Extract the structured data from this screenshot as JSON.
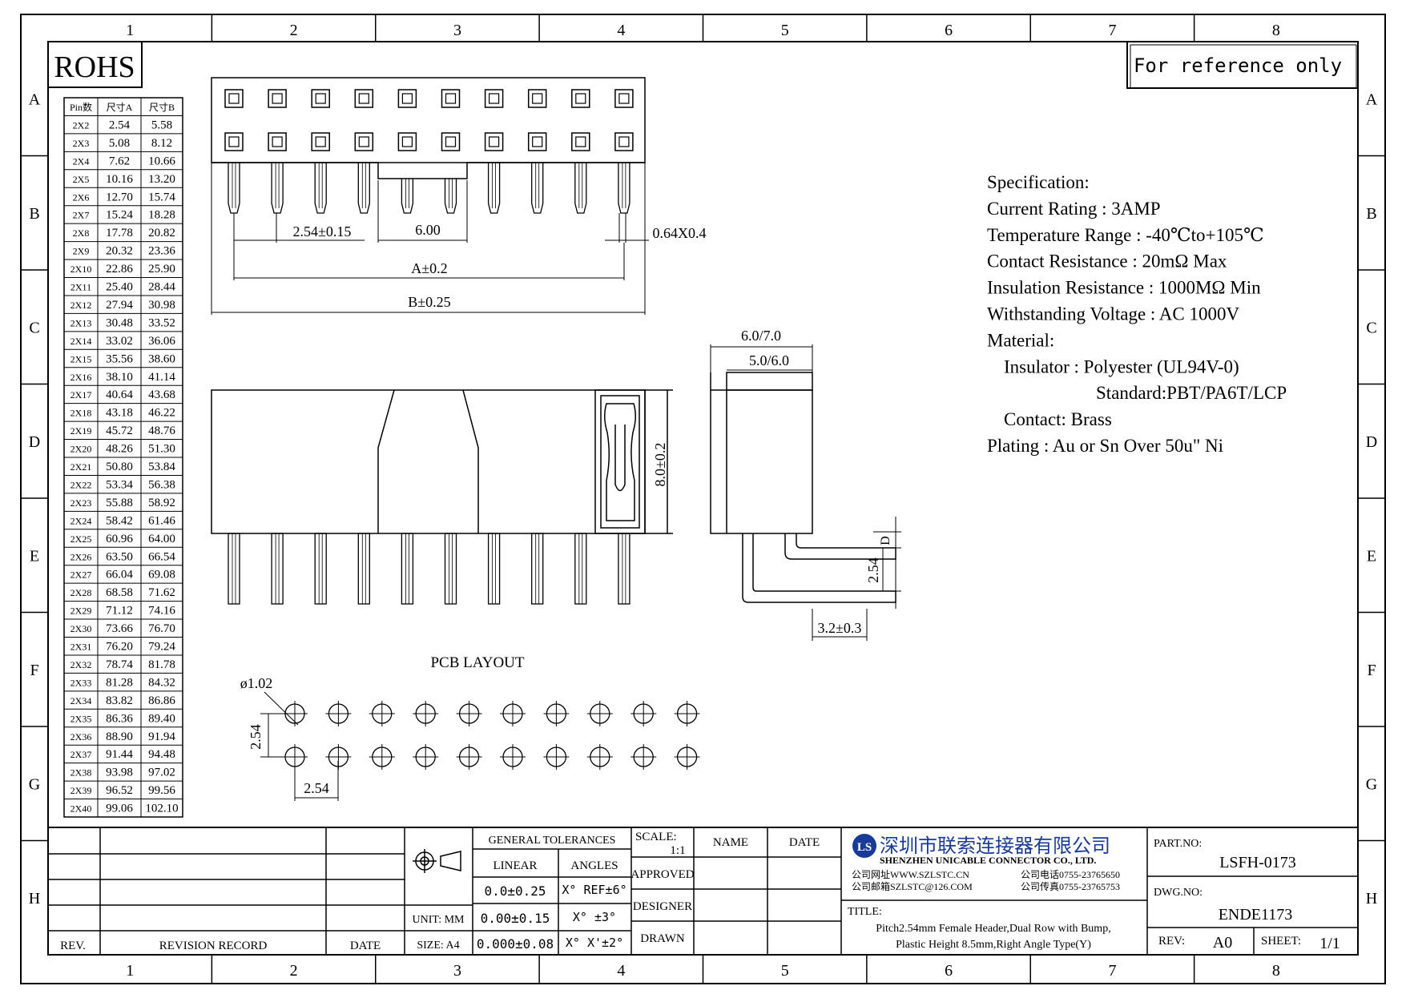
{
  "border": {
    "columns": [
      "1",
      "2",
      "3",
      "4",
      "5",
      "6",
      "7",
      "8"
    ],
    "rows": [
      "A",
      "B",
      "C",
      "D",
      "E",
      "F",
      "G",
      "H"
    ]
  },
  "rohs": "ROHS",
  "reference_note": "For reference only",
  "pin_table": {
    "headers": [
      "Pin数",
      "尺寸A",
      "尺寸B"
    ],
    "rows": [
      [
        "2X2",
        "2.54",
        "5.58"
      ],
      [
        "2X3",
        "5.08",
        "8.12"
      ],
      [
        "2X4",
        "7.62",
        "10.66"
      ],
      [
        "2X5",
        "10.16",
        "13.20"
      ],
      [
        "2X6",
        "12.70",
        "15.74"
      ],
      [
        "2X7",
        "15.24",
        "18.28"
      ],
      [
        "2X8",
        "17.78",
        "20.82"
      ],
      [
        "2X9",
        "20.32",
        "23.36"
      ],
      [
        "2X10",
        "22.86",
        "25.90"
      ],
      [
        "2X11",
        "25.40",
        "28.44"
      ],
      [
        "2X12",
        "27.94",
        "30.98"
      ],
      [
        "2X13",
        "30.48",
        "33.52"
      ],
      [
        "2X14",
        "33.02",
        "36.06"
      ],
      [
        "2X15",
        "35.56",
        "38.60"
      ],
      [
        "2X16",
        "38.10",
        "41.14"
      ],
      [
        "2X17",
        "40.64",
        "43.68"
      ],
      [
        "2X18",
        "43.18",
        "46.22"
      ],
      [
        "2X19",
        "45.72",
        "48.76"
      ],
      [
        "2X20",
        "48.26",
        "51.30"
      ],
      [
        "2X21",
        "50.80",
        "53.84"
      ],
      [
        "2X22",
        "53.34",
        "56.38"
      ],
      [
        "2X23",
        "55.88",
        "58.92"
      ],
      [
        "2X24",
        "58.42",
        "61.46"
      ],
      [
        "2X25",
        "60.96",
        "64.00"
      ],
      [
        "2X26",
        "63.50",
        "66.54"
      ],
      [
        "2X27",
        "66.04",
        "69.08"
      ],
      [
        "2X28",
        "68.58",
        "71.62"
      ],
      [
        "2X29",
        "71.12",
        "74.16"
      ],
      [
        "2X30",
        "73.66",
        "76.70"
      ],
      [
        "2X31",
        "76.20",
        "79.24"
      ],
      [
        "2X32",
        "78.74",
        "81.78"
      ],
      [
        "2X33",
        "81.28",
        "84.32"
      ],
      [
        "2X34",
        "83.82",
        "86.86"
      ],
      [
        "2X35",
        "86.36",
        "89.40"
      ],
      [
        "2X36",
        "88.90",
        "91.94"
      ],
      [
        "2X37",
        "91.44",
        "94.48"
      ],
      [
        "2X38",
        "93.98",
        "97.02"
      ],
      [
        "2X39",
        "96.52",
        "99.56"
      ],
      [
        "2X40",
        "99.06",
        "102.10"
      ]
    ]
  },
  "dims": {
    "pitch": "2.54±0.15",
    "bump": "6.00",
    "pin_size": "0.64X0.4",
    "a": "A±0.2",
    "b": "B±0.25",
    "width1": "6.0/7.0",
    "width2": "5.0/6.0",
    "height": "8.0±0.2",
    "d": "D",
    "pitch2": "2.54",
    "tail": "3.2±0.3"
  },
  "pcb": {
    "title": "PCB LAYOUT",
    "hole": "ø1.02",
    "pitch_v": "2.54",
    "pitch_h": "2.54"
  },
  "spec": {
    "lines": [
      "Specification:",
      "Current Rating : 3AMP",
      "Temperature Range : -40℃to+105℃",
      "Contact Resistance : 20mΩ Max",
      "Insulation Resistance : 1000MΩ Min",
      "Withstanding Voltage : AC 1000V",
      "Material:",
      "Insulator : Polyester (UL94V-0)",
      "Standard:PBT/PA6T/LCP",
      "Contact: Brass",
      "Plating : Au or Sn Over 50u\" Ni"
    ]
  },
  "title_block": {
    "rev": "REV.",
    "revision_record": "REVISION RECORD",
    "date": "DATE",
    "unit": "UNIT: MM",
    "size": "SIZE: A4",
    "general_tol": "GENERAL TOLERANCES",
    "linear": "LINEAR",
    "angles": "ANGLES",
    "lin1": "0.0±0.25",
    "lin2": "0.00±0.15",
    "lin3": "0.000±0.08",
    "ang1": "X° REF±6°",
    "ang2": "X° ±3°",
    "ang3": "X° X'±2°",
    "scale_label": "SCALE:",
    "scale_value": "1:1",
    "name": "NAME",
    "date2": "DATE",
    "approved": "APPROVED",
    "designer": "DESIGNER",
    "drawn": "DRAWN",
    "company_cn": "深圳市联索连接器有限公司",
    "company_en": "SHENZHEN UNICABLE CONNECTOR CO., LTD.",
    "web": "公司网址WWW.SZLSTC.CN",
    "mail": "公司邮箱SZLSTC@126.COM",
    "tel": "公司电话0755-23765650",
    "fax": "公司传真0755-23765753",
    "logo": "LS",
    "title_label": "TITLE:",
    "title1": "Pitch2.54mm Female Header,Dual Row with Bump,",
    "title2": "Plastic Height 8.5mm,Right Angle Type(Y)",
    "part_label": "PART.NO:",
    "part_no": "LSFH-0173",
    "dwg_label": "DWG.NO:",
    "dwg_no": "ENDE1173",
    "rev_label": "REV:",
    "rev_value": "A0",
    "sheet_label": "SHEET:",
    "sheet_value": "1/1"
  }
}
